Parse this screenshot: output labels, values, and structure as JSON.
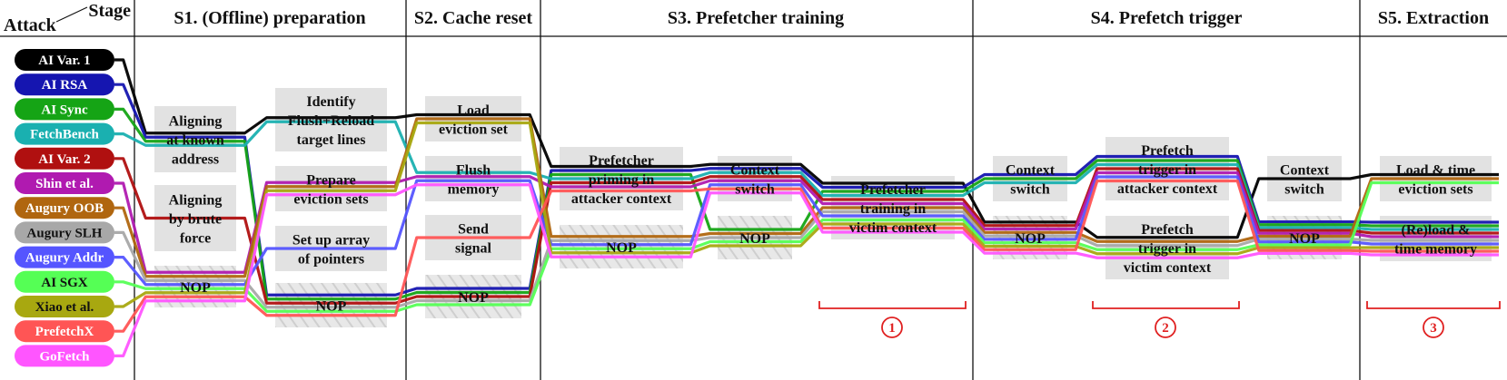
{
  "header": {
    "corner_stage": "Stage",
    "corner_attack": "Attack",
    "stages": [
      {
        "id": "s1",
        "label": "S1. (Offline) preparation"
      },
      {
        "id": "s2",
        "label": "S2. Cache reset"
      },
      {
        "id": "s3",
        "label": "S3. Prefetcher training"
      },
      {
        "id": "s4",
        "label": "S4. Prefetch trigger"
      },
      {
        "id": "s5",
        "label": "S5. Extraction"
      }
    ]
  },
  "attacks": [
    {
      "label": "AI Var. 1",
      "color": "#000000",
      "text_color": "#ffffff"
    },
    {
      "label": "AI RSA",
      "color": "#1515b0",
      "text_color": "#ffffff"
    },
    {
      "label": "AI Sync",
      "color": "#15a415",
      "text_color": "#ffffff"
    },
    {
      "label": "FetchBench",
      "color": "#1ab0b0",
      "text_color": "#ffffff"
    },
    {
      "label": "AI Var. 2",
      "color": "#b01010",
      "text_color": "#ffffff"
    },
    {
      "label": "Shin et al.",
      "color": "#b01ab0",
      "text_color": "#ffffff"
    },
    {
      "label": "Augury OOB",
      "color": "#b0660f",
      "text_color": "#ffffff"
    },
    {
      "label": "Augury SLH",
      "color": "#a8a8a8",
      "text_color": "#111111"
    },
    {
      "label": "Augury Addr",
      "color": "#5555ff",
      "text_color": "#ffffff"
    },
    {
      "label": "AI SGX",
      "color": "#55ff55",
      "text_color": "#111111"
    },
    {
      "label": "Xiao et al.",
      "color": "#a8a810",
      "text_color": "#111111"
    },
    {
      "label": "PrefetchX",
      "color": "#ff5555",
      "text_color": "#ffffff"
    },
    {
      "label": "GoFetch",
      "color": "#ff55ff",
      "text_color": "#ffffff"
    }
  ],
  "boxes": {
    "align_known": {
      "lines": [
        "Aligning",
        "at known",
        "address"
      ]
    },
    "align_brute": {
      "lines": [
        "Aligning",
        "by brute",
        "force"
      ]
    },
    "nop_s1a": {
      "lines": [
        "NOP"
      ]
    },
    "identify_fr": {
      "lines": [
        "Identify",
        "Flush+Reload",
        "target lines"
      ]
    },
    "prepare_ev": {
      "lines": [
        "Prepare",
        "eviction sets"
      ]
    },
    "setup_array": {
      "lines": [
        "Set up array",
        "of pointers"
      ]
    },
    "nop_s1b": {
      "lines": [
        "NOP"
      ]
    },
    "load_ev": {
      "lines": [
        "Load",
        "eviction set"
      ]
    },
    "flush_mem": {
      "lines": [
        "Flush",
        "memory"
      ]
    },
    "send_signal": {
      "lines": [
        "Send",
        "signal"
      ]
    },
    "nop_s2": {
      "lines": [
        "NOP"
      ]
    },
    "pf_priming": {
      "lines": [
        "Prefetcher",
        "priming in",
        "attacker context"
      ]
    },
    "nop_s3a": {
      "lines": [
        "NOP"
      ]
    },
    "ctx_switch_s3": {
      "lines": [
        "Context",
        "switch"
      ]
    },
    "nop_s3b": {
      "lines": [
        "NOP"
      ]
    },
    "pf_training_victim": {
      "lines": [
        "Prefetcher",
        "training in",
        "victim context"
      ]
    },
    "ctx_switch_s4": {
      "lines": [
        "Context",
        "switch"
      ]
    },
    "nop_s4a": {
      "lines": [
        "NOP"
      ]
    },
    "pf_trigger_attacker": {
      "lines": [
        "Prefetch",
        "trigger in",
        "attacker context"
      ]
    },
    "pf_trigger_victim": {
      "lines": [
        "Prefetch",
        "trigger in",
        "victim context"
      ]
    },
    "ctx_switch_s4b": {
      "lines": [
        "Context",
        "switch"
      ]
    },
    "nop_s4b": {
      "lines": [
        "NOP"
      ]
    },
    "load_time_ev": {
      "lines": [
        "Load & time",
        "eviction sets"
      ]
    },
    "reload_time": {
      "lines": [
        "(Re)load &",
        "time memory"
      ]
    }
  },
  "markers": [
    {
      "label": "1"
    },
    {
      "label": "2"
    },
    {
      "label": "3"
    }
  ]
}
